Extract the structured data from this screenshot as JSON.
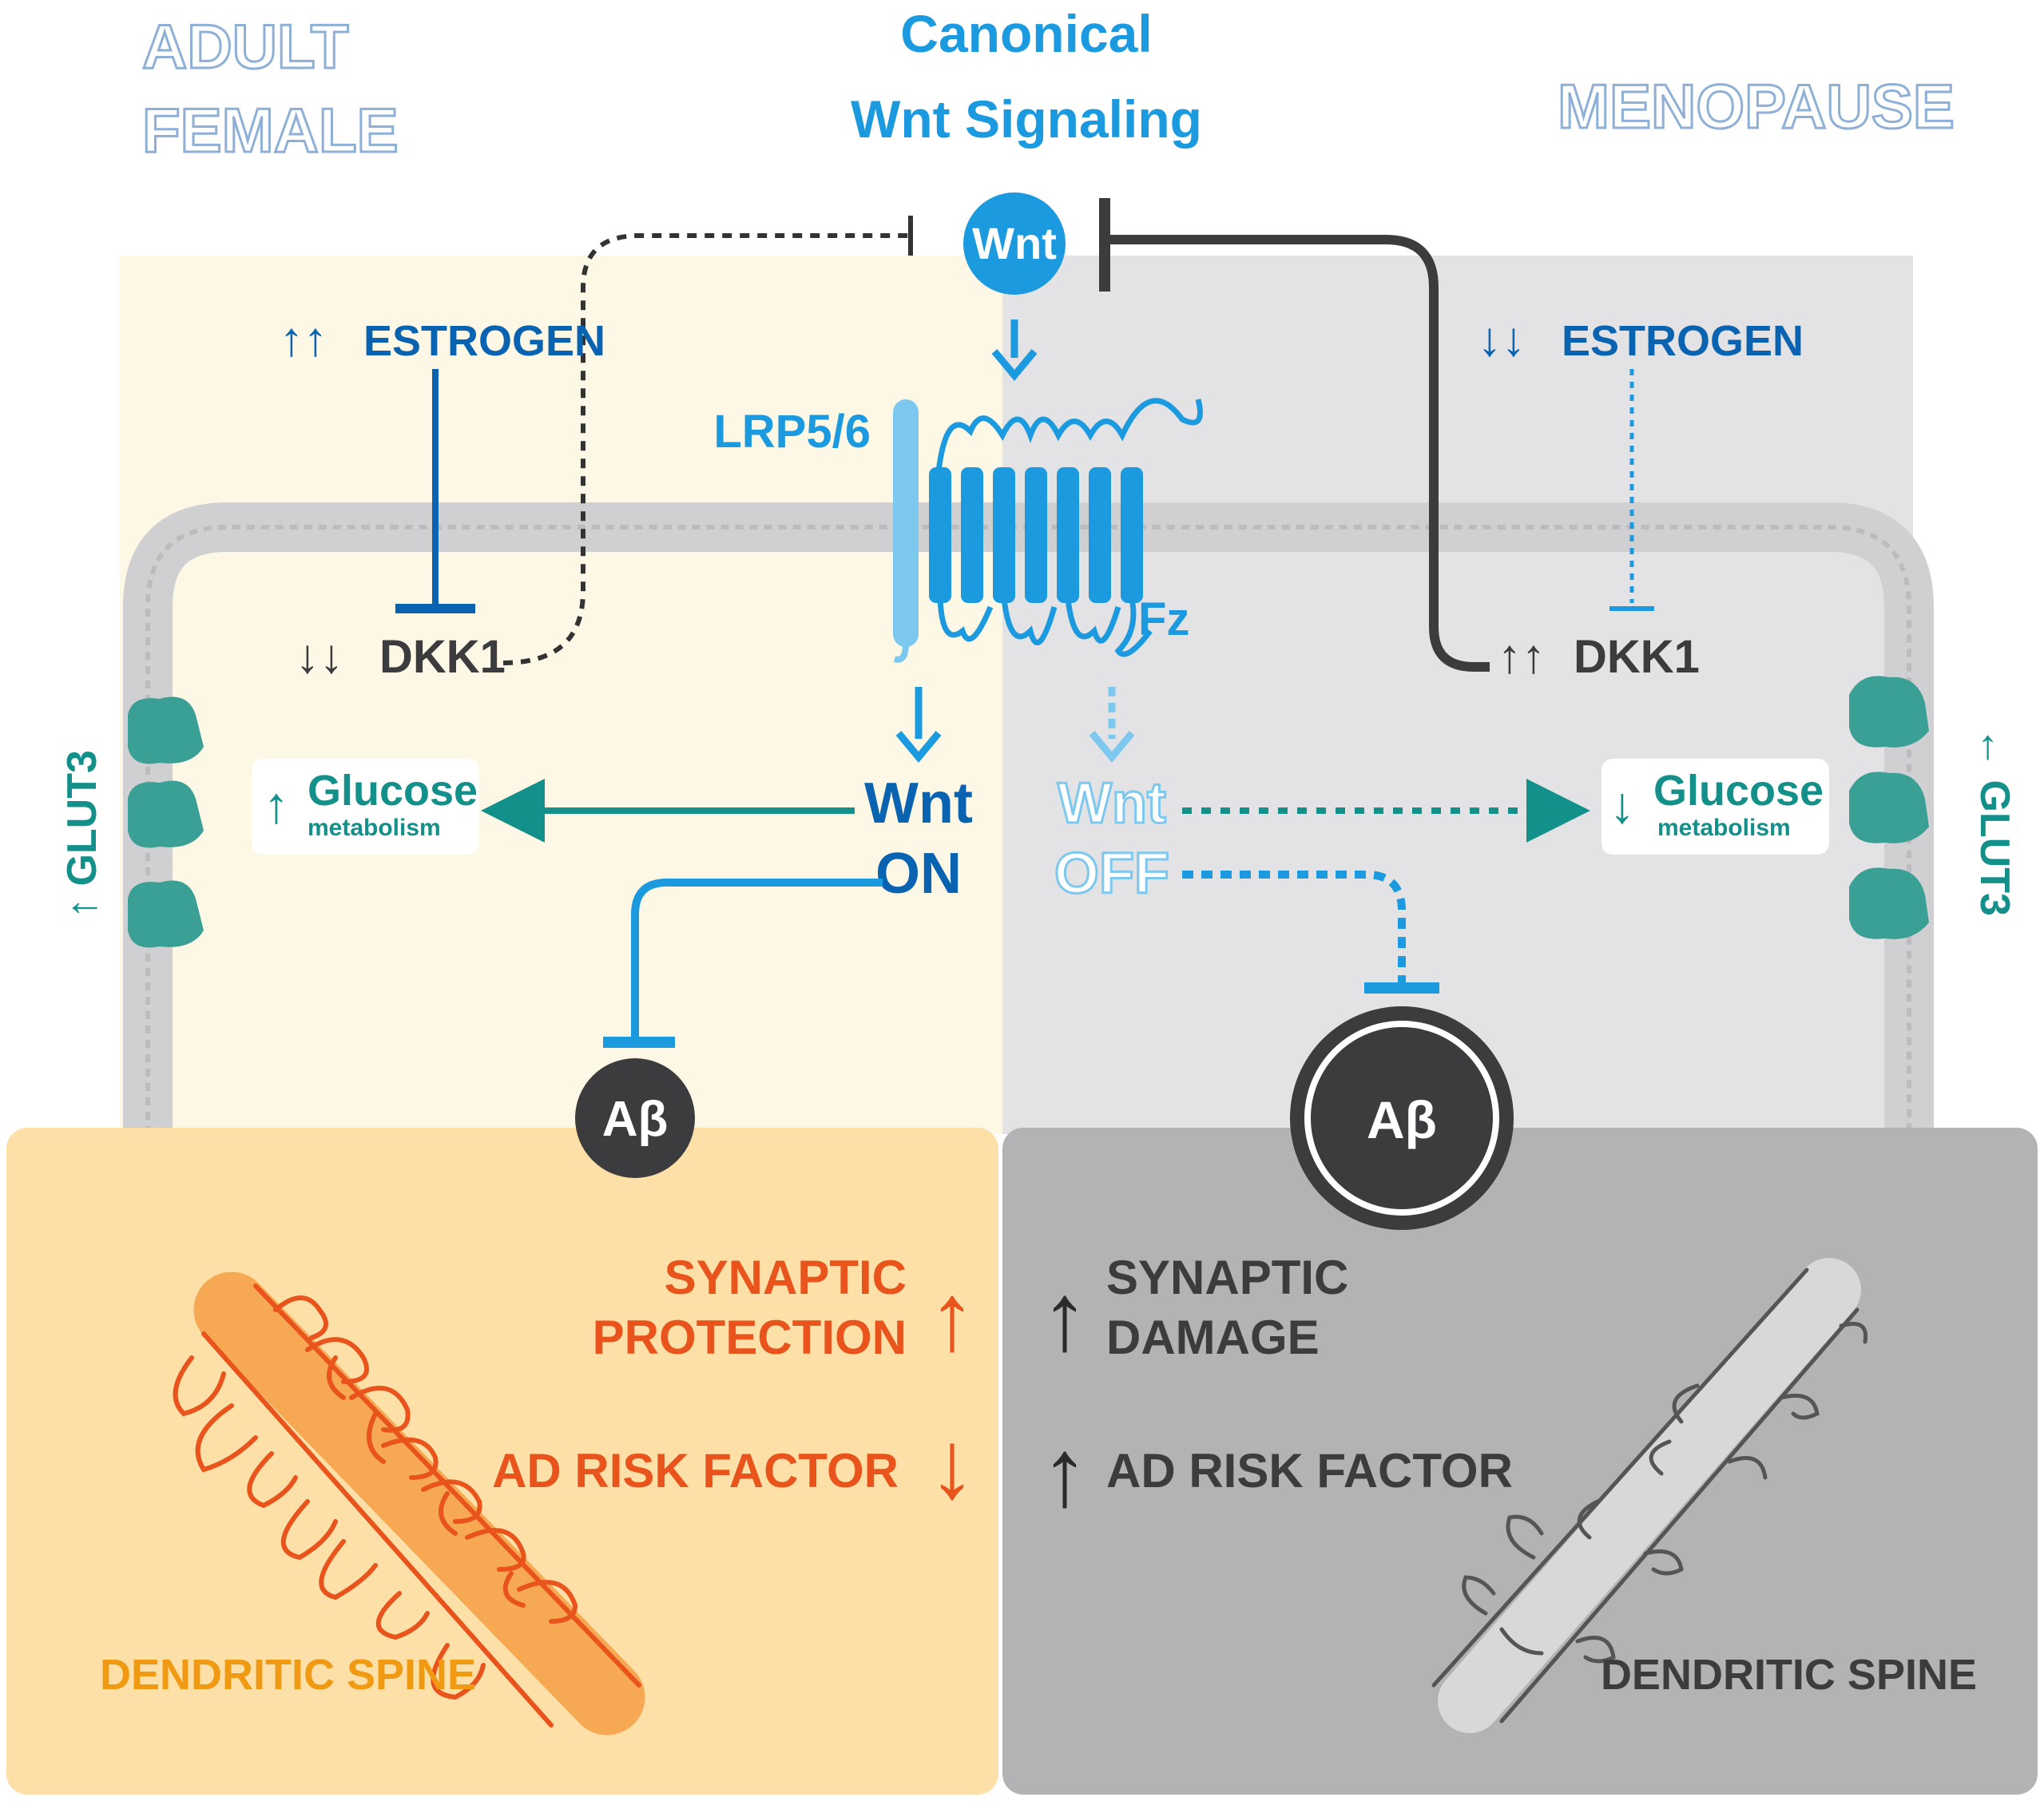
{
  "title": {
    "line1": "Canonical",
    "line2": "Wnt Signaling"
  },
  "left_panel": {
    "heading_line1": "ADULT",
    "heading_line2": "FEMALE",
    "estrogen_arrows": "↑↑",
    "estrogen_label": "ESTROGEN",
    "dkk1_arrows": "↓↓",
    "dkk1_label": "DKK1",
    "glucose_arrow": "↑",
    "glucose_label": "Glucose",
    "glucose_sub": "metabolism",
    "glut3_label": "↑ GLUT3",
    "wnt_state_line1": "Wnt",
    "wnt_state_line2": "ON",
    "abeta": "Aβ",
    "synaptic_line1": "SYNAPTIC",
    "synaptic_line2": "PROTECTION",
    "synaptic_arrow": "↑",
    "ad_risk": "AD RISK FACTOR",
    "ad_risk_arrow": "↓",
    "spine_label": "DENDRITIC SPINE"
  },
  "right_panel": {
    "heading": "MENOPAUSE",
    "estrogen_arrows": "↓↓",
    "estrogen_label": "ESTROGEN",
    "dkk1_arrows": "↑↑",
    "dkk1_label": "DKK1",
    "glucose_arrow": "↓",
    "glucose_label": "Glucose",
    "glucose_sub": "metabolism",
    "glut3_label": "← GLUT3",
    "wnt_state_line1": "Wnt",
    "wnt_state_line2": "OFF",
    "abeta": "Aβ",
    "synaptic_arrow": "↑",
    "synaptic_line1": "SYNAPTIC",
    "synaptic_line2": "DAMAGE",
    "ad_risk_arrow": "↑",
    "ad_risk": "AD RISK FACTOR",
    "spine_label": "DENDRITIC SPINE"
  },
  "receptor": {
    "wnt": "Wnt",
    "lrp": "LRP5/6",
    "fz": "Fz"
  },
  "colors": {
    "left_bg": "#fdf8e6",
    "right_bg": "#e3e3e5",
    "left_box": "#fddfa8",
    "right_box": "#b3b3b5",
    "membrane": "#cfcfd1",
    "wnt_blue": "#1b9ae0",
    "light_blue": "#7cc8ef",
    "dark_blue": "#0a63b0",
    "teal": "#13908a",
    "orange": "#e8541c",
    "amber": "#f09a14",
    "dark": "#3c3c3e"
  }
}
